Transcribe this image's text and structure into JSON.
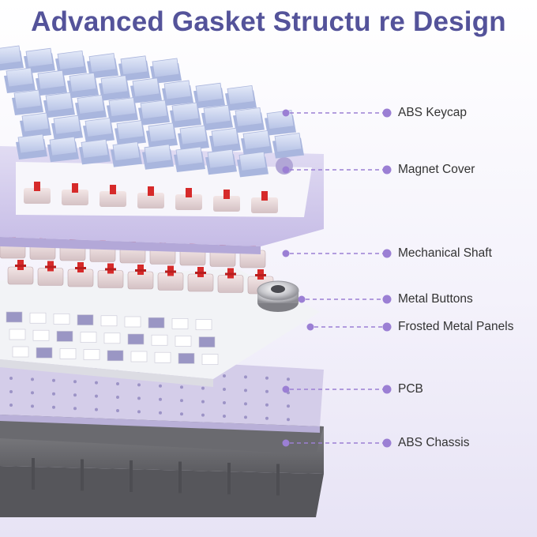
{
  "title": "Advanced Gasket Structu re Design",
  "colors": {
    "title": "#54539a",
    "accent_dot": "#9b7fd4",
    "keycap": "#c9d4ef",
    "plate": "#d6d0ee",
    "switch_red": "#d62a2a",
    "frosted_panel": "#f2f3f6",
    "pcb": "#d4cde9",
    "chassis": "#6f6f73"
  },
  "layers": [
    {
      "label": "ABS Keycap"
    },
    {
      "label": "Magnet Cover"
    },
    {
      "label": "Mechanical Shaft"
    },
    {
      "label": "Metal Buttons"
    },
    {
      "label": "Frosted Metal Panels"
    },
    {
      "label": "PCB"
    },
    {
      "label": "ABS Chassis"
    }
  ]
}
